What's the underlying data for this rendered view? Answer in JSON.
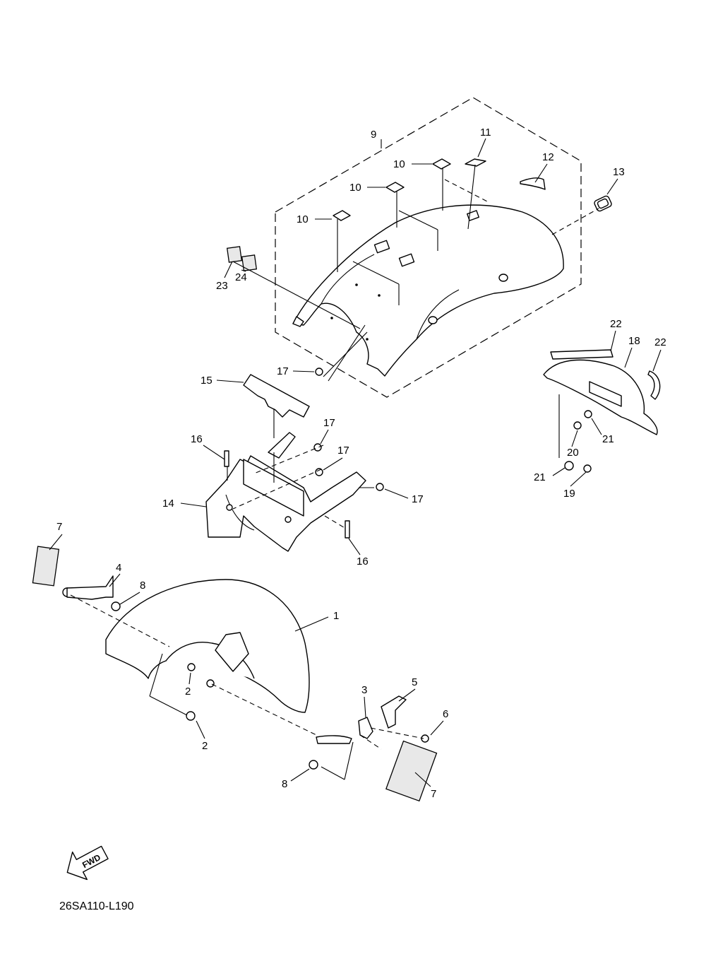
{
  "callouts": [
    "1",
    "2",
    "2",
    "3",
    "4",
    "5",
    "6",
    "7",
    "7",
    "8",
    "8",
    "9",
    "10",
    "10",
    "10",
    "11",
    "12",
    "13",
    "14",
    "15",
    "16",
    "16",
    "17",
    "17",
    "17",
    "17",
    "18",
    "19",
    "20",
    "21",
    "21",
    "22",
    "22",
    "23",
    "24"
  ],
  "arrow_label": "FWD",
  "diagram_code": "26SA110-L190",
  "colors": {
    "line": "#000000",
    "background": "#ffffff"
  },
  "icons": [
    "fwd-arrow-icon"
  ]
}
